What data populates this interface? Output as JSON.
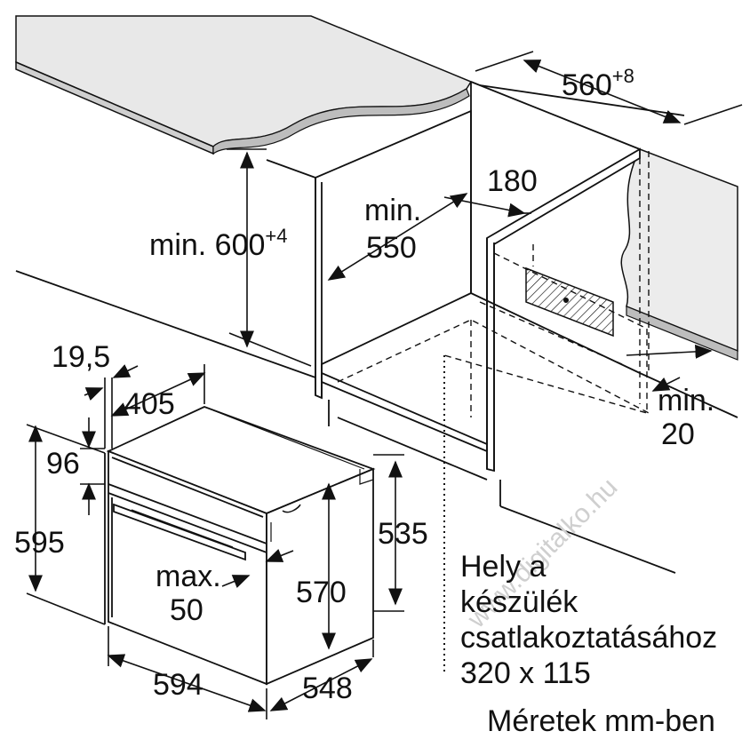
{
  "dimensions": {
    "niche_width": "560",
    "niche_width_sup": "+8",
    "clearance_180": "180",
    "niche_depth_label_1": "min.",
    "niche_depth_label_2": "550",
    "niche_height_label": "min. 600",
    "niche_height_sup": "+4",
    "side_gap_label_1": "min.",
    "side_gap_label_2": "20",
    "front_offset": "19,5",
    "door_depth": "405",
    "top_offset": "96",
    "total_height": "595",
    "body_height_535": "535",
    "body_height_570": "570",
    "handle_label_1": "max.",
    "handle_label_2": "50",
    "front_width": "594",
    "body_depth": "548"
  },
  "note": {
    "line1": "Hely a",
    "line2": "készülék",
    "line3": "csatlakoztatásához",
    "line4": "320 x 115"
  },
  "units_note": "Méretek mm-ben",
  "watermark": "www.digitalko.hu",
  "colors": {
    "line": "#111111",
    "countertop": "#e6e6e6",
    "shadow": "#cfcfcf",
    "wall": "#ececec"
  }
}
